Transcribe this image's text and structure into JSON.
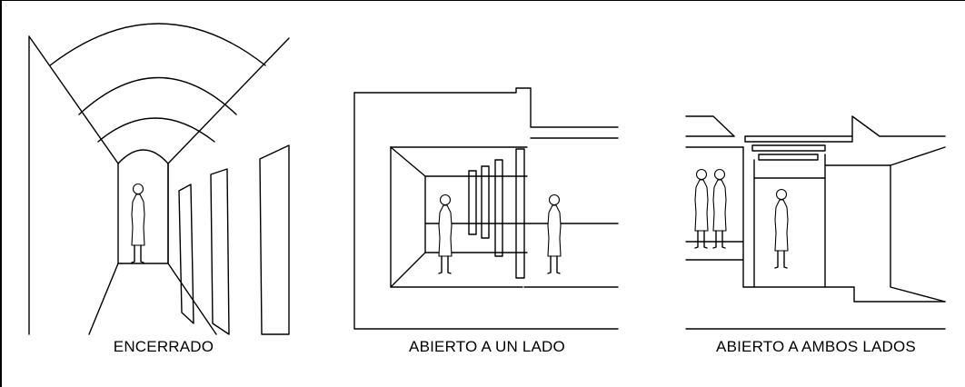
{
  "panels": [
    {
      "caption": "ENCERRADO"
    },
    {
      "caption": "ABIERTO A UN LADO"
    },
    {
      "caption": "ABIERTO A AMBOS LADOS"
    }
  ]
}
